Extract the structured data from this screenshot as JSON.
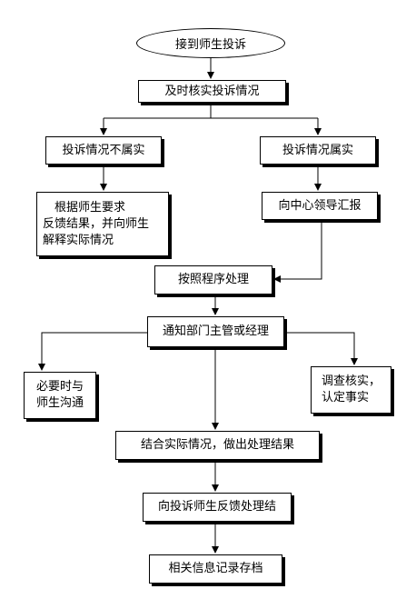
{
  "nodes": {
    "start": "接到师生投诉",
    "verify": "及时核实投诉情况",
    "not_true": "投诉情况不属实",
    "true": "投诉情况属实",
    "feedback": "　根据师生要求\n反馈结果，并向师生\n解释实际情况",
    "report": "向中心领导汇报",
    "procedure": "按照程序处理",
    "notify": "通知部门主管或经理",
    "communicate": "必要时与\n师生沟通",
    "investigate": "调查核实，\n认定事实",
    "result": "结合实际情况，做出处理结果",
    "reply": "向投诉师生反馈处理结",
    "record": "相关信息记录存档"
  }
}
